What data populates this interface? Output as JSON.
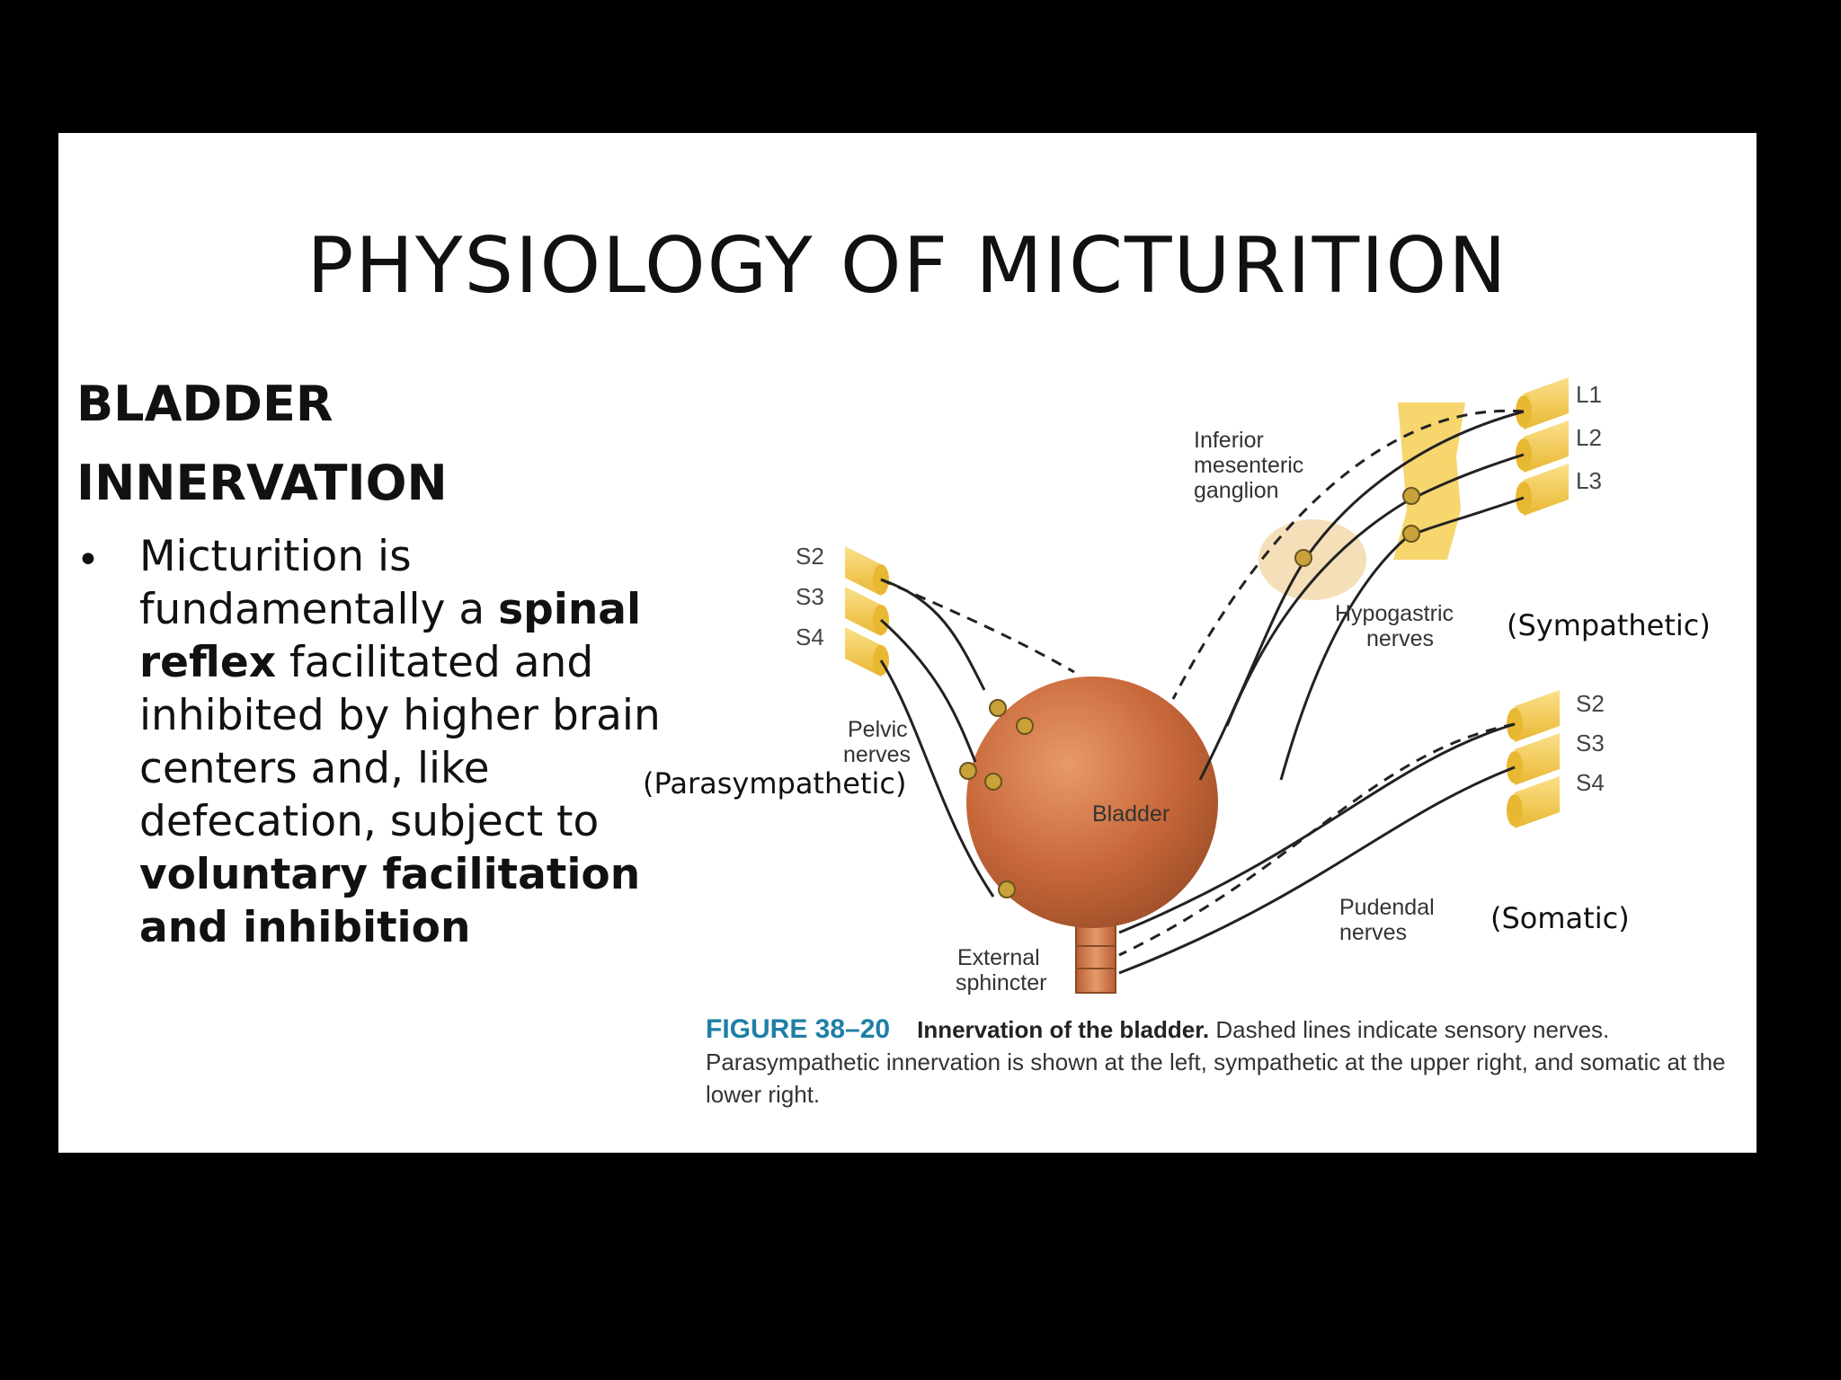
{
  "slide": {
    "title": "PHYSIOLOGY OF MICTURITION",
    "heading_line1": "BLADDER",
    "heading_line2": "INNERVATION",
    "bullet": {
      "symbol": "•",
      "t1": "Micturition is fundamentally a ",
      "b1": "spinal reflex",
      "t2": " facilitated and inhibited by higher brain centers and, like defecation, subject to ",
      "b2": "voluntary facilitation and inhibition"
    }
  },
  "figure": {
    "labels": {
      "inferior_1": "Inferior",
      "inferior_2": "mesenteric",
      "inferior_3": "ganglion",
      "hypogastric_1": "Hypogastric",
      "hypogastric_2": "nerves",
      "sympathetic": "(Sympathetic)",
      "pelvic_1": "Pelvic",
      "pelvic_2": "nerves",
      "parasympathetic": "(Parasympathetic)",
      "bladder": "Bladder",
      "pudendal_1": "Pudendal",
      "pudendal_2": "nerves",
      "somatic": "(Somatic)",
      "external_1": "External",
      "external_2": "sphincter"
    },
    "segments": {
      "left": [
        "S2",
        "S3",
        "S4"
      ],
      "upper_right": [
        "L1",
        "L2",
        "L3"
      ],
      "lower_right": [
        "S2",
        "S3",
        "S4"
      ]
    },
    "colors": {
      "bladder": "#c8683a",
      "spinal_segment": "#f6cf55",
      "ganglion": "#f3dcb0",
      "caption_accent": "#1e7fa6"
    }
  },
  "caption": {
    "figure_number": "FIGURE 38–20",
    "title": "Innervation of the bladder.",
    "body": "Dashed lines indicate sensory nerves. Parasympathetic innervation is shown at the left, sympathetic at the upper right, and somatic at the lower right."
  }
}
